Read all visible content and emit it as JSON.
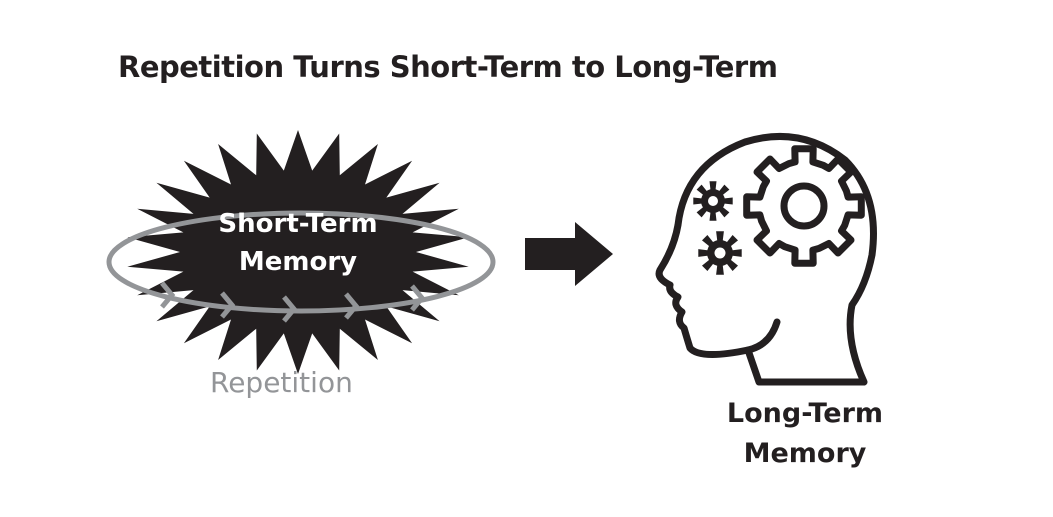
{
  "title": "Repetition Turns Short-Term to Long-Term",
  "short_term": {
    "line1": "Short-Term",
    "line2": "Memory"
  },
  "repetition_label": "Repetition",
  "long_term": {
    "line1": "Long-Term",
    "line2": "Memory"
  },
  "colors": {
    "ink": "#231f20",
    "gray": "#939598",
    "background": "#ffffff"
  }
}
